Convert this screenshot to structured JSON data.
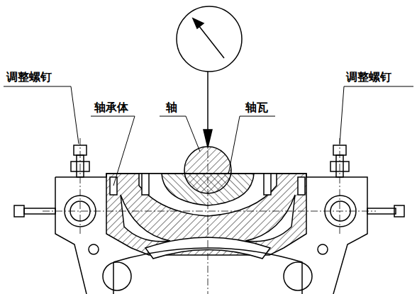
{
  "diagram": {
    "labels": [
      "调整螺钉",
      "轴承体",
      "轴",
      "轴瓦",
      "调整螺钉"
    ]
  }
}
